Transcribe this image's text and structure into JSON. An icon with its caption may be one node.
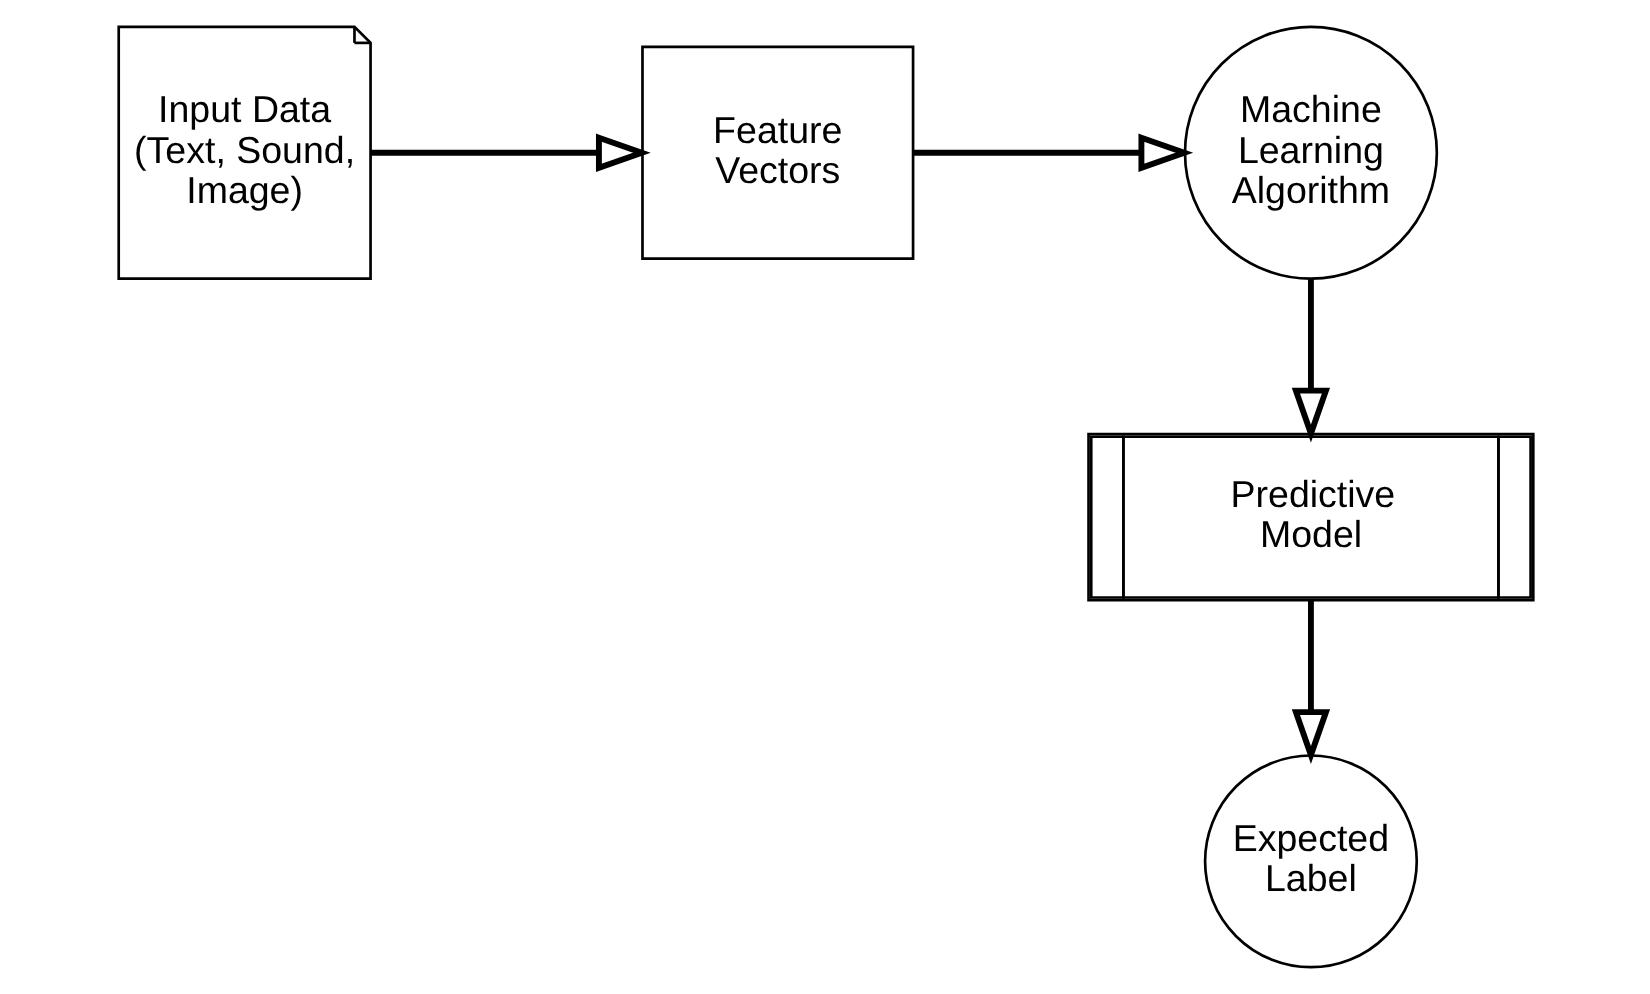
{
  "diagram": {
    "nodes": [
      {
        "text": [
          "Input Data (Text, Sound, Image)"
        ]
      },
      {
        "text": [
          "Feature Vectors"
        ]
      },
      {
        "text": [
          "Machine Learning Algorithm"
        ]
      },
      {
        "text": [
          "Predictive Model"
        ]
      },
      {
        "text": [
          "Expected Label"
        ]
      }
    ],
    "edges": [
      {
        "from": 0,
        "to": 1,
        "arrow": "to"
      },
      {
        "from": 1,
        "to": 2,
        "arrow": "to"
      },
      {
        "from": 2,
        "to": 3,
        "arrow": "to"
      },
      {
        "from": 3,
        "to": 4,
        "arrow": "to"
      }
    ]
  }
}
